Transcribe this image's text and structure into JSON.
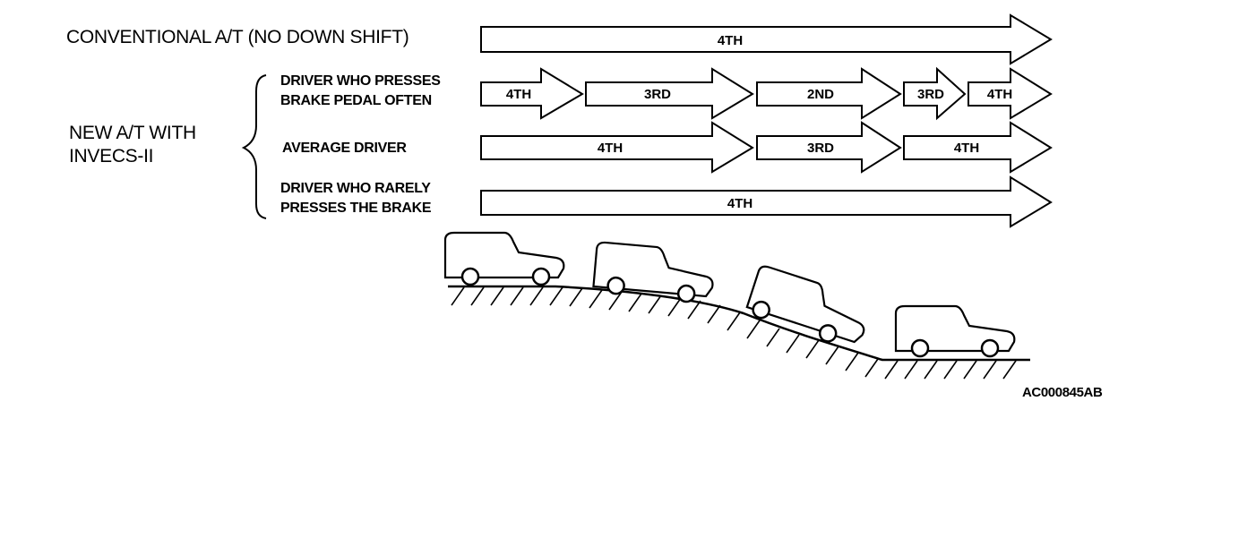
{
  "conventional": {
    "label": "CONVENTIONAL A/T (NO DOWN SHIFT)",
    "gears": [
      "4TH"
    ]
  },
  "new_at": {
    "label_line1": "NEW A/T WITH",
    "label_line2": "INVECS-II",
    "rows": [
      {
        "label_line1": "DRIVER WHO PRESSES",
        "label_line2": "BRAKE PEDAL OFTEN",
        "gears": [
          "4TH",
          "3RD",
          "2ND",
          "3RD",
          "4TH"
        ]
      },
      {
        "label_line1": "AVERAGE DRIVER",
        "label_line2": "",
        "gears": [
          "4TH",
          "3RD",
          "4TH"
        ]
      },
      {
        "label_line1": "DRIVER WHO RARELY",
        "label_line2": "PRESSES THE BRAKE",
        "gears": [
          "4TH"
        ]
      }
    ]
  },
  "reference_code": "AC000845AB"
}
